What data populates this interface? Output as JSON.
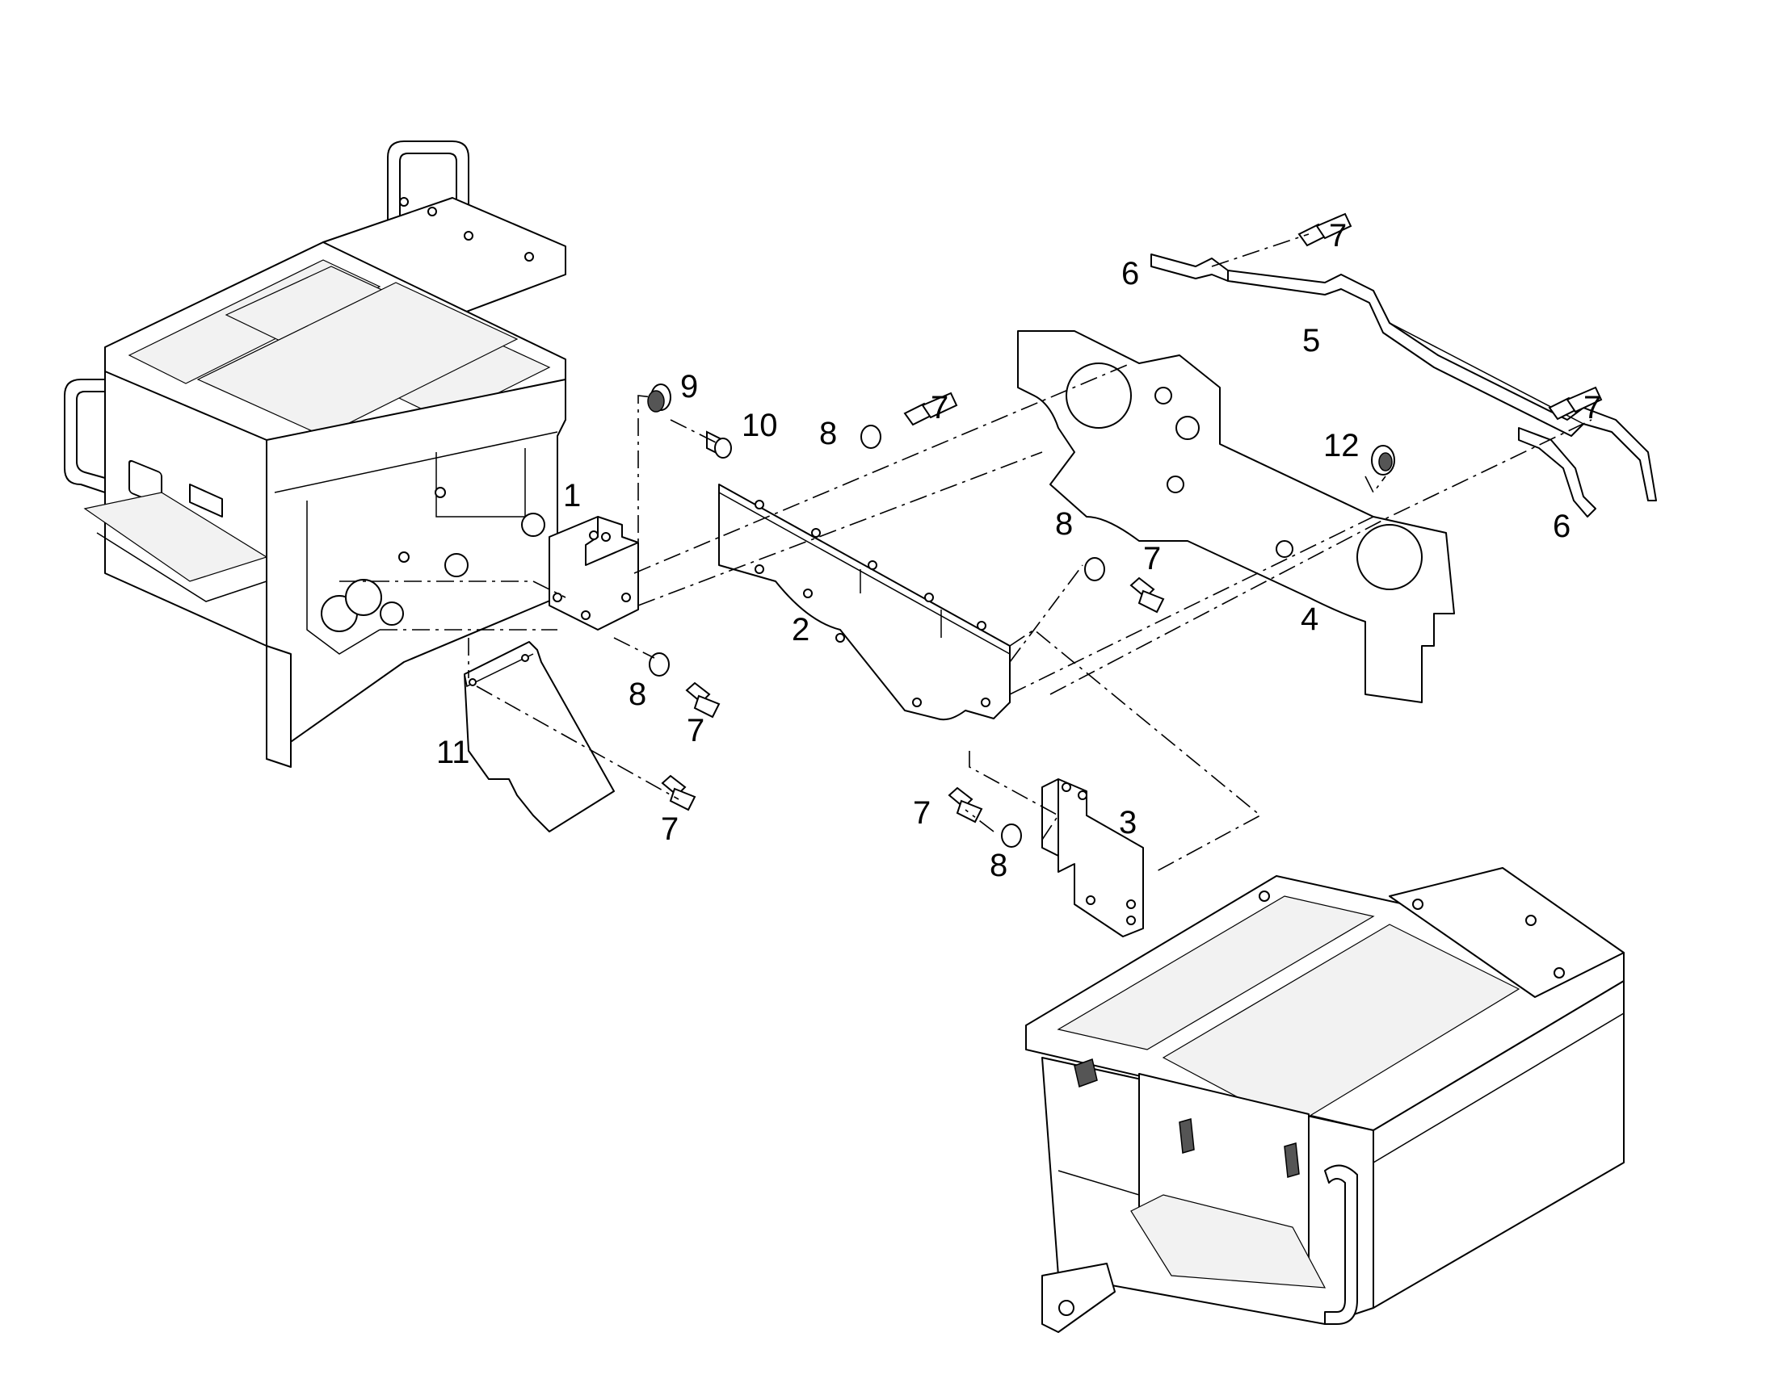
{
  "callouts": {
    "c1": "1",
    "c2": "2",
    "c3": "3",
    "c4": "4",
    "c5": "5",
    "c6a": "6",
    "c6b": "6",
    "c7a": "7",
    "c7b": "7",
    "c7c": "7",
    "c7d": "7",
    "c7e": "7",
    "c7f": "7",
    "c7g": "7",
    "c8a": "8",
    "c8b": "8",
    "c8c": "8",
    "c8d": "8",
    "c9": "9",
    "c10": "10",
    "c11": "11",
    "c12": "12"
  }
}
